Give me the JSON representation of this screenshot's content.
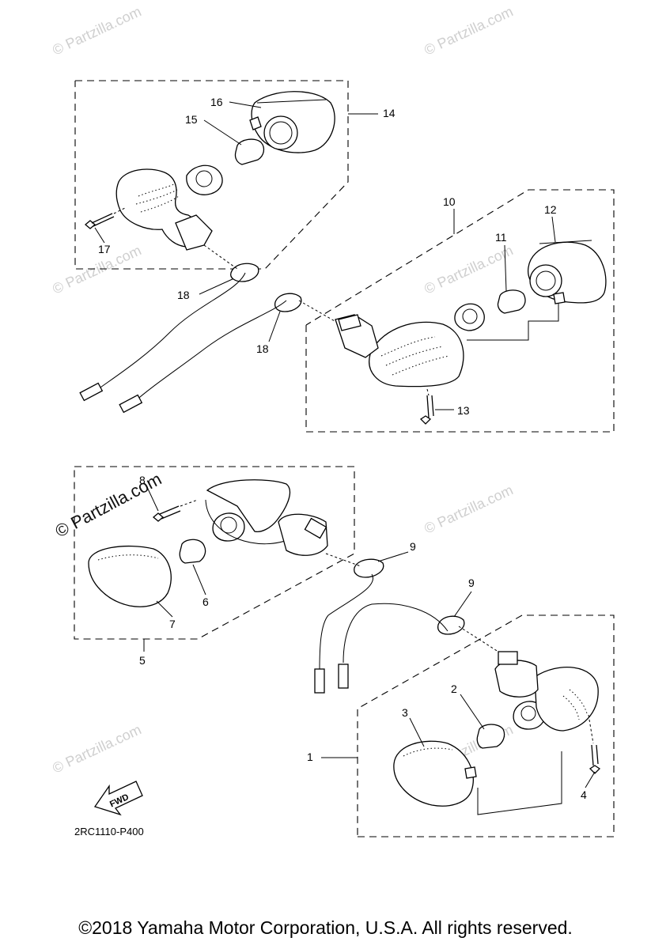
{
  "watermark": "© Partzilla.com",
  "watermark_large": "© Partzilla.com",
  "diagram_code": "2RC1110-P400",
  "fwd_label": "FWD",
  "copyright": "©2018  Yamaha Motor Corporation, U.S.A. All rights reserved.",
  "callouts": {
    "c1": "1",
    "c2": "2",
    "c3": "3",
    "c4": "4",
    "c5": "5",
    "c6": "6",
    "c7": "7",
    "c8": "8",
    "c9a": "9",
    "c9b": "9",
    "c10": "10",
    "c11": "11",
    "c12": "12",
    "c13": "13",
    "c14": "14",
    "c15": "15",
    "c16": "16",
    "c17": "17",
    "c18a": "18",
    "c18b": "18"
  }
}
